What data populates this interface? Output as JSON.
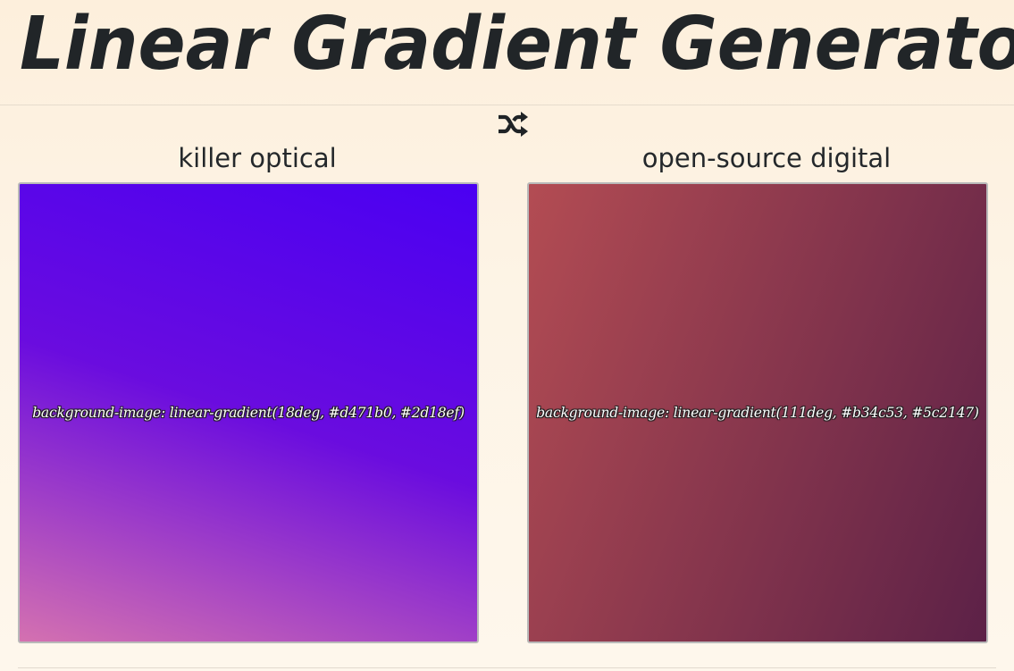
{
  "header": {
    "title": "Linear Gradient Generator"
  },
  "controls": {
    "shuffle_icon": "shuffle-icon"
  },
  "panels": [
    {
      "name": "killer optical",
      "css": "background-image: linear-gradient(18deg, #d471b0, #2d18ef)",
      "angle_deg": 18,
      "color_start": "#d471b0",
      "color_end": "#2d18ef"
    },
    {
      "name": "open-source digital",
      "css": "background-image: linear-gradient(111deg, #b34c53, #5c2147)",
      "angle_deg": 111,
      "color_start": "#b34c53",
      "color_end": "#5c2147"
    }
  ],
  "colors": {
    "page_background": "#fdf1df",
    "title_text": "#212528",
    "panel_border": "#b9b9b9"
  }
}
